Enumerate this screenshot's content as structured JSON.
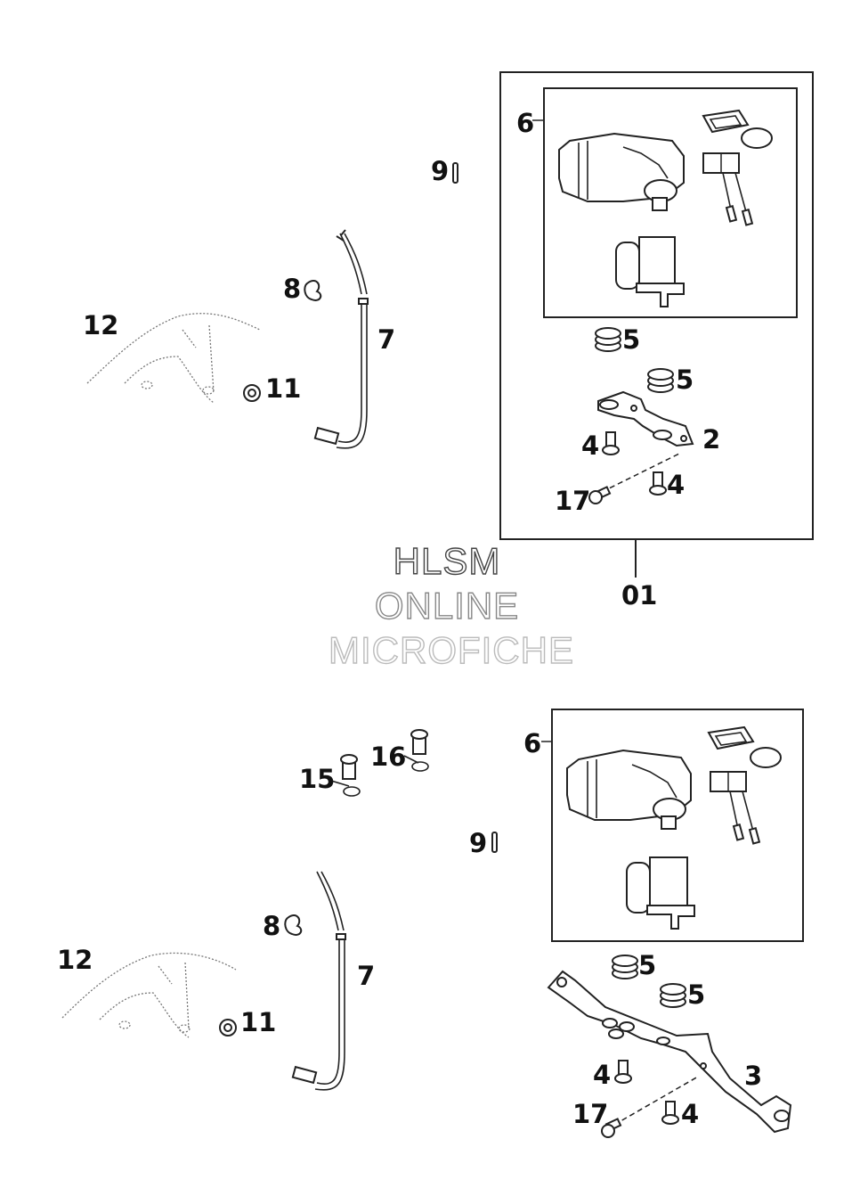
{
  "watermark": {
    "line1": "HLSM",
    "line2": "ONLINE",
    "line3": "MICROFICHE"
  },
  "upper_group": {
    "assembly_ref": "01",
    "labels": {
      "p6": "6",
      "p9": "9",
      "p8": "8",
      "p7": "7",
      "p12": "12",
      "p11": "11",
      "p5a": "5",
      "p5b": "5",
      "p2": "2",
      "p4a": "4",
      "p4b": "4",
      "p17": "17"
    }
  },
  "lower_group": {
    "labels": {
      "p6": "6",
      "p15": "15",
      "p16": "16",
      "p9": "9",
      "p8": "8",
      "p7": "7",
      "p12": "12",
      "p11": "11",
      "p5a": "5",
      "p5b": "5",
      "p3": "3",
      "p4a": "4",
      "p4b": "4",
      "p17": "17"
    }
  }
}
